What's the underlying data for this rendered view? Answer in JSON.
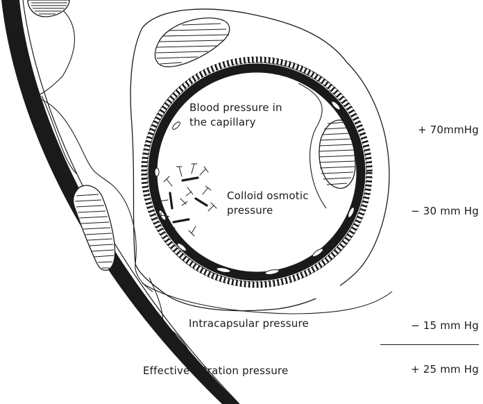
{
  "labels": {
    "blood_pressure_line1": "Blood pressure in",
    "blood_pressure_line2": "the capillary",
    "colloid_line1": "Colloid   osmotic",
    "colloid_line2": "pressure",
    "intracapsular": "Intracapsular pressure",
    "effective": "Effective filtration pressure"
  },
  "values": {
    "blood_pressure": "+ 70mmHg",
    "colloid": "− 30 mm Hg",
    "intracapsular": "− 15 mm Hg",
    "effective": "+ 25 mm Hg"
  }
}
